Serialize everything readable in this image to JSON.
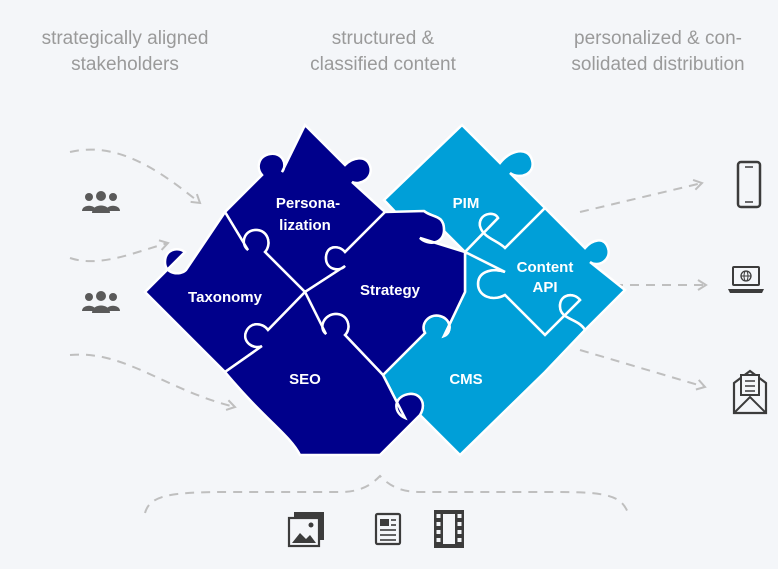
{
  "headers": {
    "stakeholders": "strategically aligned\nstakeholders",
    "content": "structured &\nclassified content",
    "distribution": "personalized & con-\nsolidated distribution"
  },
  "puzzle": {
    "personalization": "Persona-\nlization",
    "taxonomy": "Taxonomy",
    "strategy": "Strategy",
    "seo": "SEO",
    "pim": "PIM",
    "content_api": "Content\nAPI",
    "cms": "CMS"
  },
  "colors": {
    "dark_blue": "#00008b",
    "light_blue": "#009fd8",
    "dash_gray": "#bfbfbf",
    "icon_gray": "#5a5a5a",
    "header_gray": "#9a9a9a"
  },
  "icons": {
    "left": [
      "people-group-icon",
      "people-group-icon"
    ],
    "right": [
      "smartphone-icon",
      "laptop-globe-icon",
      "envelope-icon"
    ],
    "bottom": [
      "image-icon",
      "document-icon",
      "film-icon"
    ]
  }
}
